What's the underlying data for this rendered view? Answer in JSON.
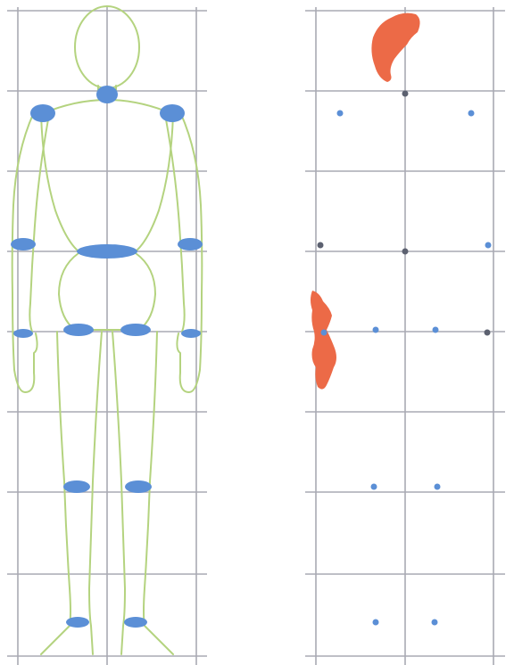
{
  "figure": {
    "left_panel": {
      "description_icon": "human-mannequin-figure",
      "grid_rows": 8,
      "grid_cols": 2,
      "outline_color": "#b4d37f",
      "joint_color": "#5b8fd6",
      "joints": [
        "neck",
        "left-shoulder",
        "right-shoulder",
        "left-elbow",
        "right-elbow",
        "waist",
        "left-wrist",
        "right-wrist",
        "left-hip",
        "right-hip",
        "left-knee",
        "right-knee",
        "left-ankle",
        "right-ankle"
      ]
    },
    "right_panel": {
      "grid_rows": 8,
      "grid_cols": 2,
      "dot_color": "#5b8fd6",
      "highlight_color": "#ec6a47",
      "highlights": [
        "head-region-blob",
        "hand-region-blob"
      ]
    }
  }
}
